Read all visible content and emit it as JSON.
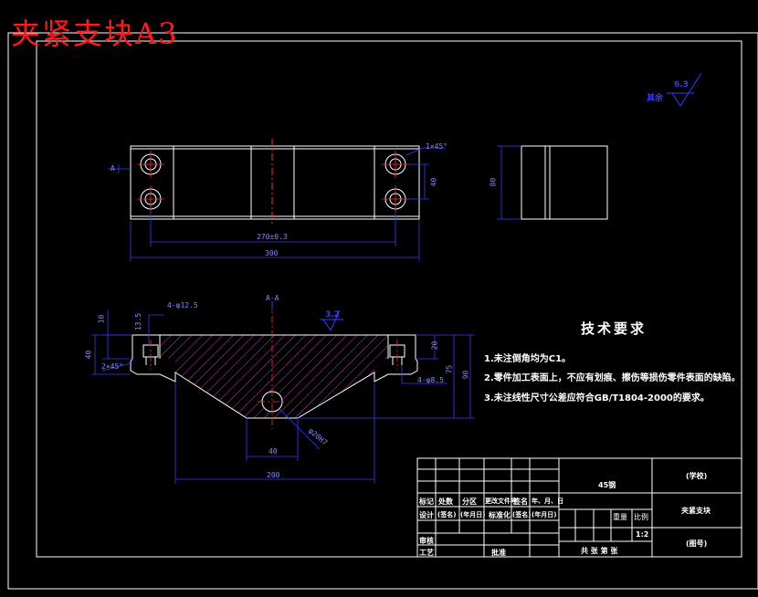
{
  "title": "夹紧支块A3",
  "roughness": {
    "other_label": "其余",
    "main_value": "6.3",
    "section_value": "3.2"
  },
  "dimensions": {
    "chamfer": "1×45°",
    "hole_pitch": "270±0.3",
    "overall_length": "300",
    "hole_spacing": "40",
    "side_height": "80",
    "hole_callout_top": "4-φ12.5",
    "hole_callout_bottom": "4-φ8.5",
    "small_a": "10",
    "small_b": "13.5",
    "left_height": "40",
    "chamfer_left": "2×45°",
    "right_a": "20",
    "right_b": "75",
    "right_c": "90",
    "bottom_40": "40",
    "bottom_200": "200",
    "bore": "φ20H7",
    "view_a": "A",
    "section_aa": "A-A"
  },
  "tech": {
    "heading": "技术要求",
    "lines": [
      "1.未注倒角均为C1。",
      "2.零件加工表面上，不应有划痕、擦伤等损伤零件表面的缺陷。",
      "3.未注线性尺寸公差应符合GB/T1804-2000的要求。"
    ]
  },
  "title_block": {
    "material": "45钢",
    "school": "(学校)",
    "part_name": "夹紧支块",
    "drawing_no": "(图号)",
    "rows": {
      "mark": "标记",
      "count": "处数",
      "zone": "分区",
      "doc_no": "更改文件号",
      "sign": "签名",
      "date": "年、月、日",
      "design": "设计",
      "sign_paren": "(签名)",
      "date_paren": "(年月日)",
      "standard": "标准化",
      "review": "审核",
      "process": "工艺",
      "approve": "批准"
    },
    "weight": "重量",
    "scale_label": "比例",
    "scale": "1:2",
    "sheets": "共  张  第  张"
  },
  "colors": {
    "background": "#000000",
    "outline": "#ffffff",
    "dimension": "#3a3aff",
    "center": "#ff2a2a",
    "hatch": "#c040c0",
    "title": "#ff1a1a"
  }
}
